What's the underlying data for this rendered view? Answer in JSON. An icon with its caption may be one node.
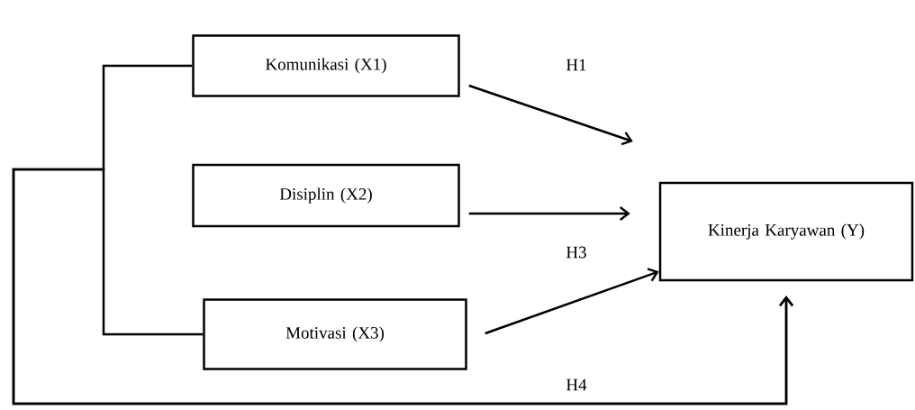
{
  "diagram": {
    "nodes": [
      {
        "text": [
          "Komunikasi (X1)"
        ]
      },
      {
        "text": [
          "Disiplin (X2)"
        ]
      },
      {
        "text": [
          "Motivasi (X3)"
        ]
      },
      {
        "text": [
          "Kinerja Karyawan (Y)"
        ]
      }
    ],
    "edges": [
      {
        "from": 0,
        "to": 3,
        "arrow": "to",
        "label": "H1"
      },
      {
        "from": 1,
        "to": 3,
        "arrow": "to",
        "label": "H3"
      },
      {
        "from": 2,
        "to": 3,
        "arrow": "to"
      },
      {
        "from": 0,
        "to": 3,
        "arrow": "to",
        "label": "H4"
      },
      {
        "from": 2,
        "to": 3,
        "arrow": "to"
      }
    ]
  }
}
